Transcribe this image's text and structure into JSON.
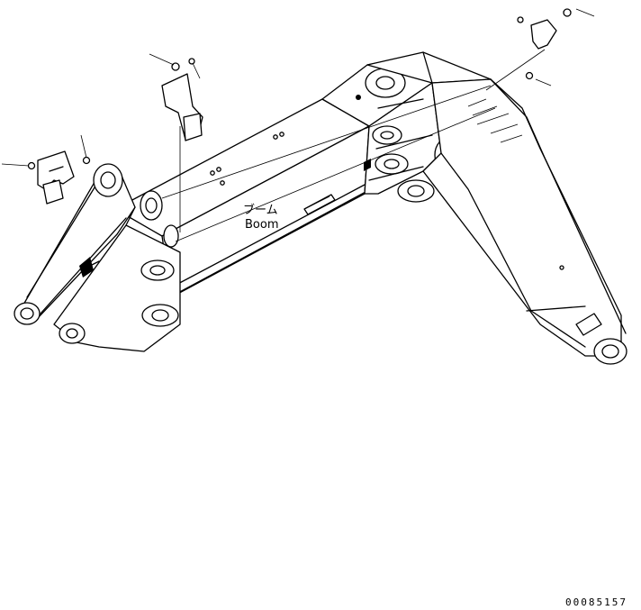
{
  "diagram": {
    "part_label_jp": "ブーム",
    "part_label_en": "Boom",
    "figure_code": "00085157"
  }
}
